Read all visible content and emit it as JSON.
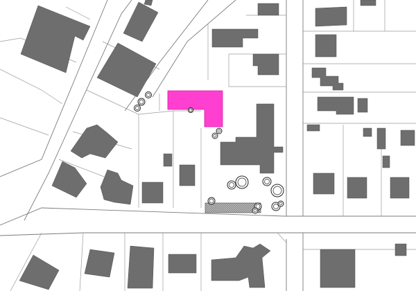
{
  "map": {
    "style": "cadastral site plan",
    "colors": {
      "background": "#ffffff",
      "building": "#6e6e6e",
      "highlight": "#ff3fcf",
      "parcel_line": "#9a9a9a",
      "tree_outline": "#222222"
    },
    "symbols": [
      "building",
      "highlighted-parcel-building",
      "tree",
      "hatched-paved-area",
      "parcel-boundary"
    ]
  }
}
